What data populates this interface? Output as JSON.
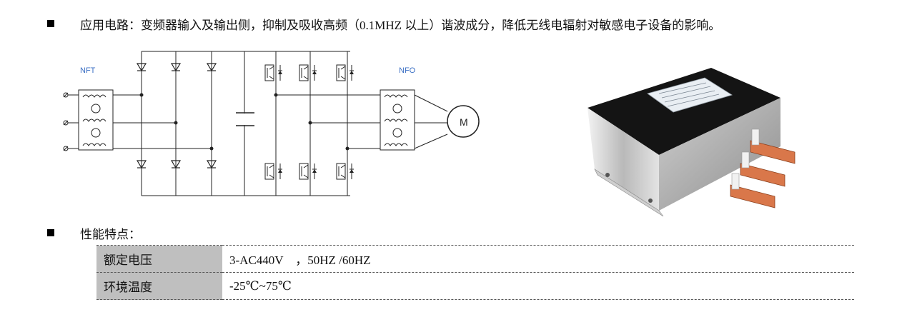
{
  "application": {
    "text": "应用电路：变频器输入及输出侧，抑制及吸收高频（0.1MHZ 以上）谐波成分，降低无线电辐射对敏感电子设备的影响。"
  },
  "circuit": {
    "input_label": "NFT",
    "output_label": "NFO",
    "motor_label": "M"
  },
  "features": {
    "heading": "性能特点：",
    "rows": [
      {
        "label": "额定电压",
        "value": "3-AC440V　，50HZ /60HZ"
      },
      {
        "label": "环境温度",
        "value": "-25℃~75℃"
      }
    ]
  },
  "colors": {
    "label_cell": "#bfbfbf",
    "circuit_label": "#3b6fc4"
  }
}
